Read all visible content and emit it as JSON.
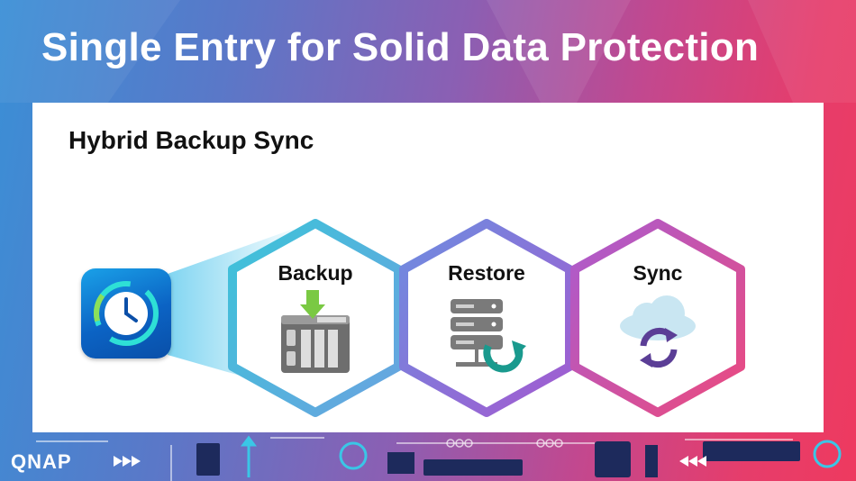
{
  "slide": {
    "title": "Single Entry for Solid Data Protection",
    "subtitle": "Hybrid Backup Sync",
    "logo_text": "QNAP"
  },
  "app_icon": {
    "name": "hybrid-backup-sync-app-icon"
  },
  "hexagons": [
    {
      "label": "Backup",
      "icon": "nas-download-icon",
      "color_start": "#3cc3d9",
      "color_end": "#6aa3e0"
    },
    {
      "label": "Restore",
      "icon": "server-restore-icon",
      "color_start": "#6d8de0",
      "color_end": "#a35ad0"
    },
    {
      "label": "Sync",
      "icon": "cloud-sync-icon",
      "color_start": "#a95cd0",
      "color_end": "#ec4a7e"
    }
  ],
  "colors": {
    "bg_left": "#3a8fd6",
    "bg_right": "#ee3a5f",
    "panel": "#ffffff",
    "title_text": "#ffffff"
  }
}
